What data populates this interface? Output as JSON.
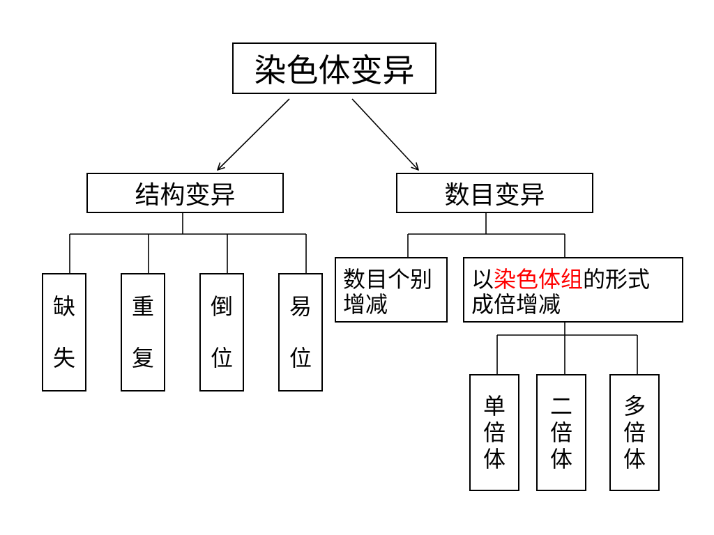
{
  "colors": {
    "highlight": "#ff0000",
    "line": "#000000"
  },
  "root": {
    "label": "染色体变异"
  },
  "structural": {
    "label": "结构变异",
    "types": [
      {
        "chars": [
          "缺",
          "失"
        ]
      },
      {
        "chars": [
          "重",
          "复"
        ]
      },
      {
        "chars": [
          "倒",
          "位"
        ]
      },
      {
        "chars": [
          "易",
          "位"
        ]
      }
    ]
  },
  "numerical": {
    "label": "数目变异",
    "individual": {
      "line1": "数目个别",
      "line2": "增减"
    },
    "set": {
      "prefix": "以",
      "highlight": "染色体组",
      "suffix": "的形式",
      "line2": "成倍增减",
      "types": [
        {
          "chars": [
            "单",
            "倍",
            "体"
          ]
        },
        {
          "chars": [
            "二",
            "倍",
            "体"
          ]
        },
        {
          "chars": [
            "多",
            "倍",
            "体"
          ]
        }
      ]
    }
  }
}
